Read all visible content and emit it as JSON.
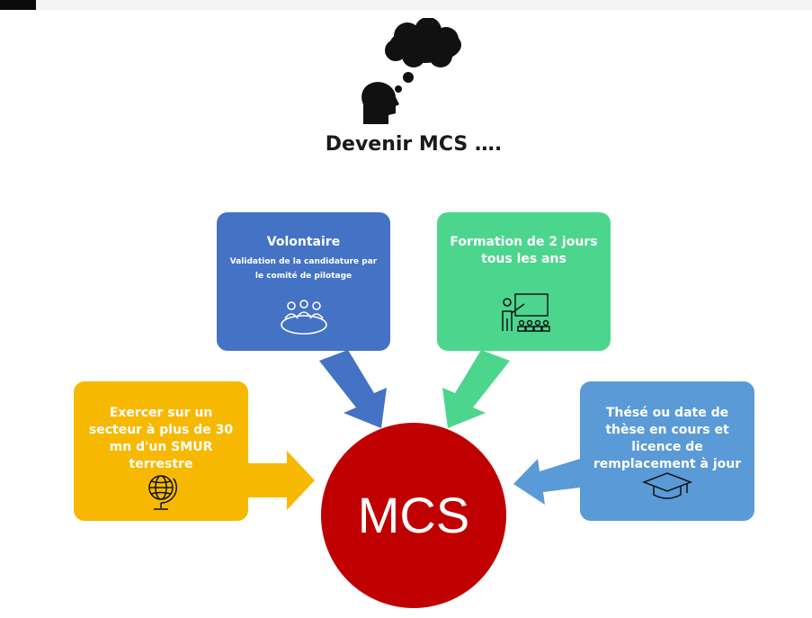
{
  "title": "Devenir MCS ….",
  "center": {
    "label": "MCS",
    "color": "#c00000"
  },
  "cards": {
    "volontaire": {
      "title": "Volontaire",
      "subtitle": "Validation de la candidature par le comité de pilotage",
      "color": "#4472c4",
      "icon": "meeting-table-icon"
    },
    "formation": {
      "title": "Formation de 2 jours tous les ans",
      "color": "#4cd68d",
      "icon": "teacher-board-icon"
    },
    "secteur": {
      "title": "Exercer sur un secteur à plus de 30 mn d'un SMUR terrestre",
      "color": "#f7b801",
      "icon": "globe-icon"
    },
    "these": {
      "title": "Thésé ou date de thèse en cours et licence de remplacement à jour",
      "color": "#5a9ad6",
      "icon": "graduation-cap-icon"
    }
  },
  "header_icon": "thinking-head-icon"
}
